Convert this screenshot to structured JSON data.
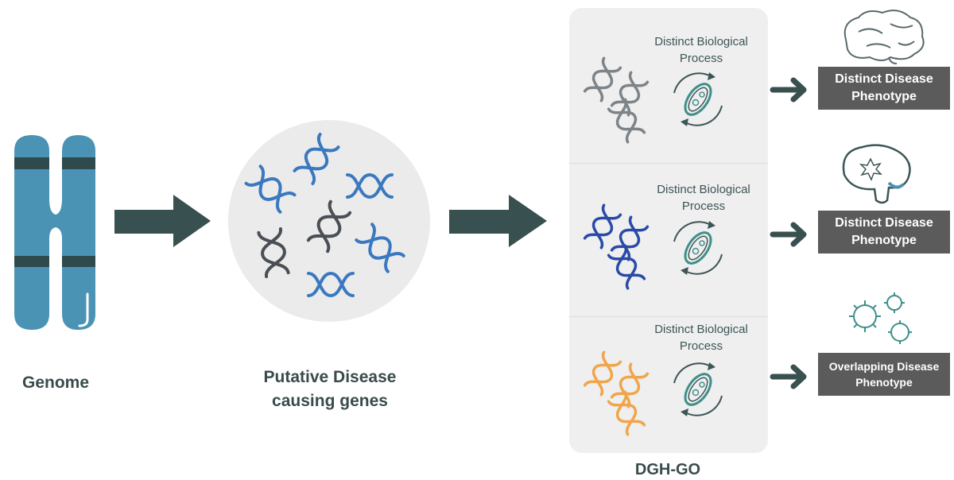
{
  "labels": {
    "genome": "Genome",
    "genes_line1": "Putative Disease",
    "genes_line2": "causing genes",
    "tool": "DGH-GO"
  },
  "processes": [
    {
      "line1": "Distinct Biological",
      "line2": "Process"
    },
    {
      "line1": "Distinct Biological",
      "line2": "Process"
    },
    {
      "line1": "Distinct Biological",
      "line2": "Process"
    }
  ],
  "phenotypes": [
    {
      "line1": "Distinct Disease",
      "line2": "Phenotype"
    },
    {
      "line1": "Distinct Disease",
      "line2": "Phenotype"
    },
    {
      "line1": "Overlapping Disease",
      "line2": "Phenotype"
    }
  ],
  "colors": {
    "chromosome": "#4a93b5",
    "band": "#2f4a4d",
    "arrow": "#38504f",
    "dna_blue": "#3a78c0",
    "dna_dark": "#4a4f55",
    "dna_grey": "#7d8489",
    "dna_navy": "#2a4aa8",
    "dna_orange": "#f1a54a",
    "cell_teal": "#3f8f8a",
    "phenotype_box": "#5b5b5b"
  }
}
